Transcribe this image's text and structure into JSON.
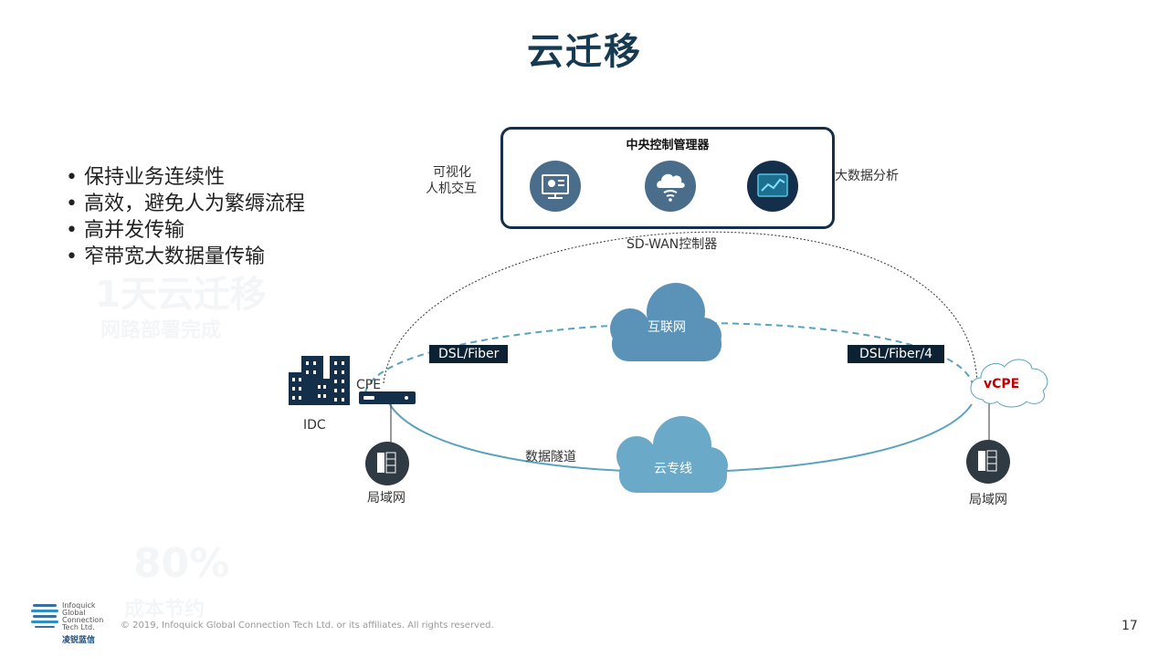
{
  "slide": {
    "title": "云迁移",
    "bullets": [
      "保持业务连续性",
      "高效，避免人为繁缛流程",
      "高并发传输",
      "窄带宽大数据量传输"
    ],
    "ghost_text": [
      "1天云迁移",
      "网路部署完成",
      "80%",
      "成本节约"
    ],
    "page_number": "17",
    "copyright": "© 2019, Infoquick Global Connection Tech Ltd. or its affiliates. All rights reserved.",
    "logo": {
      "text_en": "Infoquick Global Connection Tech Ltd.",
      "text_cn": "凌锐蓝信"
    }
  },
  "diagram": {
    "controller_title": "中央控制管理器",
    "left_label_1": "可视化",
    "left_label_2": "人机交互",
    "right_label": "大数据分析",
    "sdwan_label": "SD-WAN控制器",
    "internet_label": "互联网",
    "cloud_line_label": "云专线",
    "tunnel_label": "数据隧道",
    "dsl_left": "DSL/Fiber",
    "dsl_right": "DSL/Fiber/4",
    "cpe_label": "CPE",
    "idc_label": "IDC",
    "vcpe_label": "vCPE",
    "lan_left": "局域网",
    "lan_right": "局域网"
  },
  "colors": {
    "title": "#163a52",
    "dark": "#132f49",
    "cloud": "#5b93b8",
    "line": "#5ba3bd",
    "vcpe": "#c00000",
    "icon_bg": "#4a6d8c"
  },
  "icons": [
    "dashboard-icon",
    "cloud-wifi-icon",
    "chart-screen-icon",
    "building-icon",
    "router-icon",
    "server-icon",
    "cloud-icon"
  ]
}
